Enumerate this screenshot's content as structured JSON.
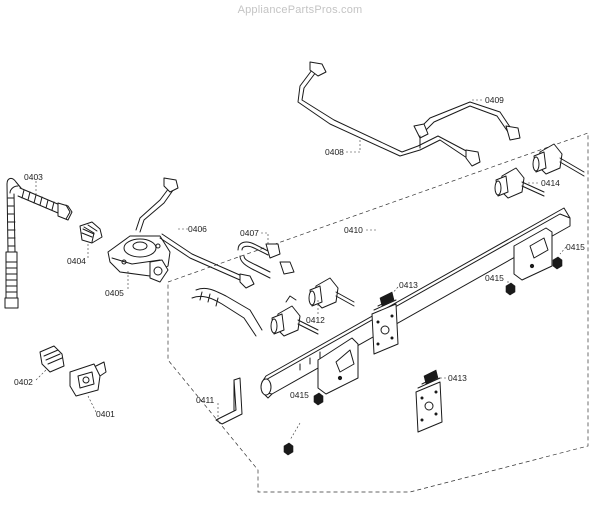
{
  "watermark": "AppliancePartsPros.com",
  "colors": {
    "line": "#1a1a1a",
    "watermark": "#c4c4c4",
    "background": "#ffffff"
  },
  "callouts": {
    "c0401": "0401",
    "c0402": "0402",
    "c0403": "0403",
    "c0404": "0404",
    "c0405": "0405",
    "c0406": "0406",
    "c0407": "0407",
    "c0408": "0408",
    "c0409": "0409",
    "c0410": "0410",
    "c0411": "0411",
    "c0412": "0412",
    "c0413a": "0413",
    "c0413b": "0413",
    "c0414": "0414",
    "c0415a": "0415",
    "c0415b": "0415",
    "c0415c": "0415"
  }
}
